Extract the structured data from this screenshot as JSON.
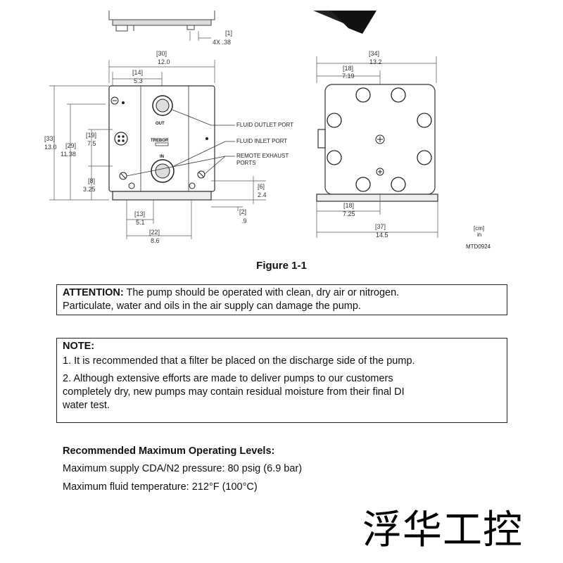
{
  "figure": {
    "caption": "Figure 1-1",
    "front_dims": [
      {
        "cm": "[1]",
        "in": "4X .38"
      },
      {
        "cm": "[30]",
        "in": "12.0"
      },
      {
        "cm": "[14]",
        "in": "5.3"
      },
      {
        "cm": "[33]",
        "in": "13.0"
      },
      {
        "cm": "[29]",
        "in": "11.38"
      },
      {
        "cm": "[19]",
        "in": "7.5"
      },
      {
        "cm": "[8]",
        "in": "3.25"
      },
      {
        "cm": "[6]",
        "in": "2.4"
      },
      {
        "cm": "[2]",
        "in": ".9"
      },
      {
        "cm": "[13]",
        "in": "5.1"
      },
      {
        "cm": "[22]",
        "in": "8.6"
      }
    ],
    "side_dims": [
      {
        "cm": "[34]",
        "in": "13.2"
      },
      {
        "cm": "[18]",
        "in": "7.19"
      },
      {
        "cm": "[18]",
        "in": "7.25"
      },
      {
        "cm": "[37]",
        "in": "14.5"
      }
    ],
    "callouts": [
      "FLUID OUTLET PORT",
      "FLUID INLET PORT",
      "REMOTE EXHAUST",
      "PORTS"
    ],
    "body_labels": {
      "out": "OUT",
      "brand": "TREBOR",
      "in": "IN"
    },
    "units_legend": {
      "cm": "[cm]",
      "in": "in"
    },
    "drawing_id": "MTD0924"
  },
  "attention": {
    "label": "ATTENTION:",
    "text_line1": " The pump should be operated with clean, dry air or nitrogen.",
    "text_line2": "Particulate, water and oils in the air supply can damage the pump."
  },
  "note": {
    "label": "NOTE:",
    "item1": "1. It is recommended that a filter be placed on the discharge side of the pump.",
    "item2_line1": "2. Although extensive efforts are made to deliver pumps to our customers",
    "item2_line2": "completely dry, new pumps may contain residual moisture from their final DI",
    "item2_line3": "water test."
  },
  "levels": {
    "heading": "Recommended Maximum Operating Levels:",
    "pressure": "Maximum supply CDA/N2 pressure: 80 psig (6.9 bar)",
    "temperature": "Maximum fluid temperature: 212°F (100°C)"
  },
  "watermark": "浮华工控"
}
